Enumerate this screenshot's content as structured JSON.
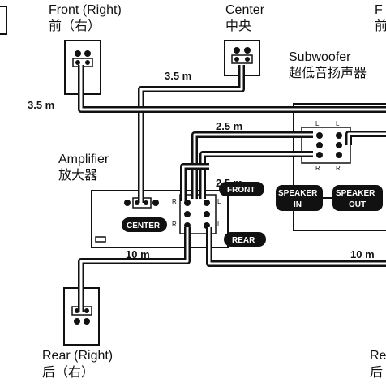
{
  "labels": {
    "front_right": "Front (Right)",
    "front_right_cn": "前（右）",
    "center": "Center",
    "center_cn": "中央",
    "subwoofer": "Subwoofer",
    "subwoofer_cn": "超低音扬声器",
    "amplifier": "Amplifier",
    "amplifier_cn": "放大器",
    "rear_right": "Rear (Right)",
    "rear_right_cn": "后（右）",
    "front_left_partial": "F",
    "front_left_cn_partial": "前",
    "rear_left_partial": "Re",
    "rear_left_cn_partial": "后"
  },
  "distances": {
    "center_cable": "3.5 m",
    "front_right_cable": "3.5 m",
    "sub_in_cable": "2.5 m",
    "sub_out_cable": "2.5 m",
    "rear_right_cable": "10 m",
    "rear_left_cable": "10 m"
  },
  "tags": {
    "center": "CENTER",
    "front": "FRONT",
    "rear": "REAR",
    "speaker_in_1": "SPEAKER",
    "speaker_in_2": "IN",
    "speaker_out_1": "SPEAKER",
    "speaker_out_2": "OUT"
  },
  "terminals": {
    "r": "R",
    "l": "L"
  }
}
